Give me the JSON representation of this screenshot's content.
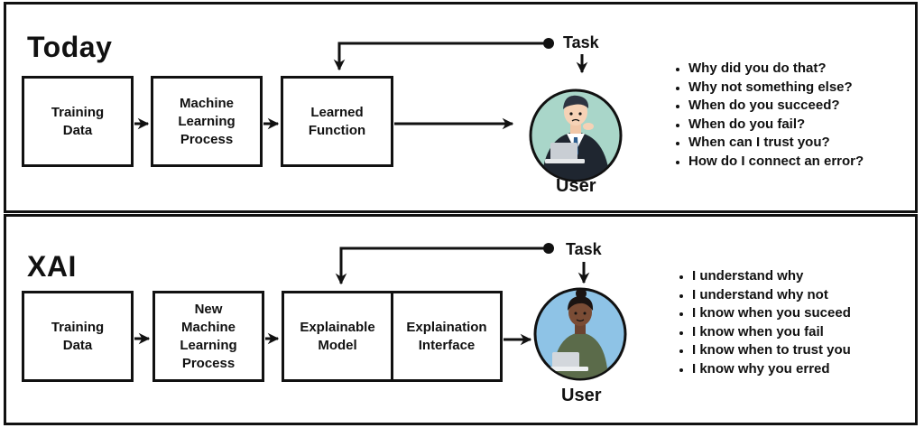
{
  "today": {
    "title": "Today",
    "boxes": {
      "training": "Training\nData",
      "ml_process": "Machine\nLearning\nProcess",
      "learned_function": "Learned\nFunction"
    },
    "task_label": "Task",
    "user_label": "User",
    "questions": [
      "Why did you do that?",
      "Why not something else?",
      "When do you succeed?",
      "When do you fail?",
      "When can I trust you?",
      "How do I connect an error?"
    ]
  },
  "xai": {
    "title": "XAI",
    "boxes": {
      "training": "Training\nData",
      "ml_process": "New\nMachine\nLearning\nProcess",
      "explainable_model": "Explainable\nModel",
      "explanation_interface": "Explaination\nInterface"
    },
    "task_label": "Task",
    "user_label": "User",
    "statements": [
      "I understand why",
      "I understand why not",
      "I know when you suceed",
      "I know when you fail",
      "I know when to trust you",
      "I know why you erred"
    ]
  },
  "colors": {
    "user_today_bg": "#a9d6c9",
    "user_xai_bg": "#8ec3e6",
    "stroke": "#111111"
  }
}
